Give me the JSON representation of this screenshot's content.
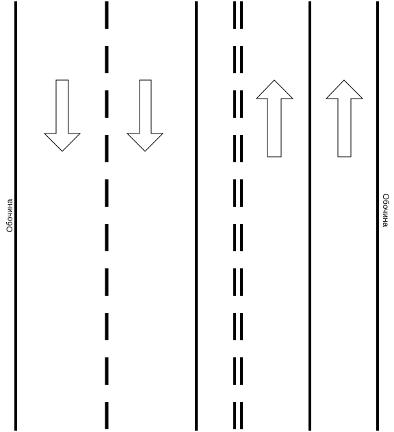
{
  "diagram": {
    "shoulder_left_label": "Обочина",
    "shoulder_right_label": "Обочина",
    "lane_directions": [
      "down",
      "down",
      "up",
      "up"
    ],
    "colors": {
      "line": "#000000",
      "arrow_fill": "#ffffff",
      "arrow_stroke": "#000000",
      "background": "#ffffff"
    }
  }
}
